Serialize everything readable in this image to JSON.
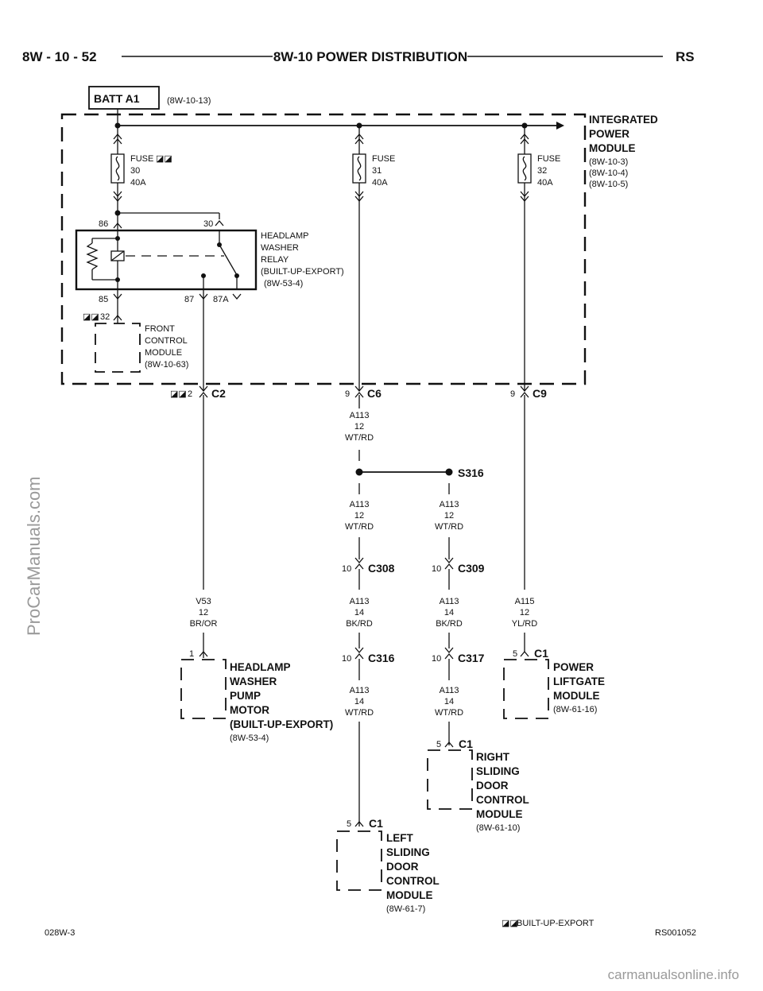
{
  "header": {
    "page_number": "8W - 10 - 52",
    "section_title": "8W-10 POWER DISTRIBUTION",
    "code": "RS"
  },
  "batt": {
    "label": "BATT A1",
    "ref": "(8W-10-13)"
  },
  "ipm": {
    "lines": [
      "INTEGRATED",
      "POWER",
      "MODULE"
    ],
    "refs": [
      "(8W-10-3)",
      "(8W-10-4)",
      "(8W-10-5)"
    ]
  },
  "fuses": [
    {
      "label": "FUSE",
      "number": "30",
      "rating": "40A"
    },
    {
      "label": "FUSE",
      "number": "31",
      "rating": "40A"
    },
    {
      "label": "FUSE",
      "number": "32",
      "rating": "40A"
    }
  ],
  "relay": {
    "lines": [
      "HEADLAMP",
      "WASHER",
      "RELAY",
      "(BUILT-UP-EXPORT)"
    ],
    "ref": "(8W-53-4)",
    "pins": {
      "p86": "86",
      "p30": "30",
      "p85": "85",
      "p87": "87",
      "p87a": "87A"
    }
  },
  "fcm": {
    "pin": "32",
    "lines": [
      "FRONT",
      "CONTROL",
      "MODULE"
    ],
    "ref": "(8W-10-63)"
  },
  "connectors": {
    "c2": {
      "name": "C2",
      "pin": "2"
    },
    "c6": {
      "name": "C6",
      "pin": "9"
    },
    "c9": {
      "name": "C9",
      "pin": "9"
    },
    "c308": {
      "name": "C308",
      "pin": "10"
    },
    "c309": {
      "name": "C309",
      "pin": "10"
    },
    "c316": {
      "name": "C316",
      "pin": "10"
    },
    "c317": {
      "name": "C317",
      "pin": "10"
    }
  },
  "splice": "S316",
  "wires": {
    "a113_c6": {
      "circuit": "A113",
      "gauge": "12",
      "color": "WT/RD"
    },
    "a113_l": {
      "circuit": "A113",
      "gauge": "12",
      "color": "WT/RD"
    },
    "a113_r": {
      "circuit": "A113",
      "gauge": "12",
      "color": "WT/RD"
    },
    "v53": {
      "circuit": "V53",
      "gauge": "12",
      "color": "BR/OR"
    },
    "a113_bk_l": {
      "circuit": "A113",
      "gauge": "14",
      "color": "BK/RD"
    },
    "a113_bk_r": {
      "circuit": "A113",
      "gauge": "14",
      "color": "BK/RD"
    },
    "a115": {
      "circuit": "A115",
      "gauge": "12",
      "color": "YL/RD"
    },
    "a113_wt_l": {
      "circuit": "A113",
      "gauge": "14",
      "color": "WT/RD"
    },
    "a113_wt_r": {
      "circuit": "A113",
      "gauge": "14",
      "color": "WT/RD"
    }
  },
  "components": {
    "pump": {
      "pin": "1",
      "lines": [
        "HEADLAMP",
        "WASHER",
        "PUMP",
        "MOTOR",
        "(BUILT-UP-EXPORT)"
      ],
      "ref": "(8W-53-4)"
    },
    "liftgate": {
      "pin": "5",
      "connector": "C1",
      "lines": [
        "POWER",
        "LIFTGATE",
        "MODULE"
      ],
      "ref": "(8W-61-16)"
    },
    "right_door": {
      "pin": "5",
      "connector": "C1",
      "lines": [
        "RIGHT",
        "SLIDING",
        "DOOR",
        "CONTROL",
        "MODULE"
      ],
      "ref": "(8W-61-10)"
    },
    "left_door": {
      "pin": "5",
      "connector": "C1",
      "lines": [
        "LEFT",
        "SLIDING",
        "DOOR",
        "CONTROL",
        "MODULE"
      ],
      "ref": "(8W-61-7)"
    }
  },
  "legend": {
    "symbol": "◪◪",
    "text": "BUILT-UP-EXPORT"
  },
  "footer": {
    "left": "028W-3",
    "right": "RS001052"
  },
  "watermarks": {
    "side": "ProCarManuals.com",
    "bottom": "carmanualsonline.info"
  }
}
